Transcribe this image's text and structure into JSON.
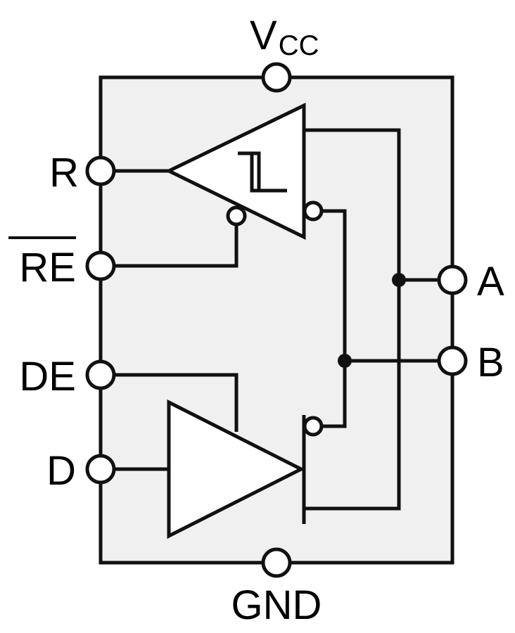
{
  "pins": {
    "vcc": {
      "main": "V",
      "sub": "CC"
    },
    "gnd": "GND",
    "r": "R",
    "re": "RE",
    "de": "DE",
    "d": "D",
    "a": "A",
    "b": "B"
  },
  "colors": {
    "body_fill": "#f0f0f0",
    "stroke": "#111111",
    "pin_fill": "#ffffff"
  }
}
